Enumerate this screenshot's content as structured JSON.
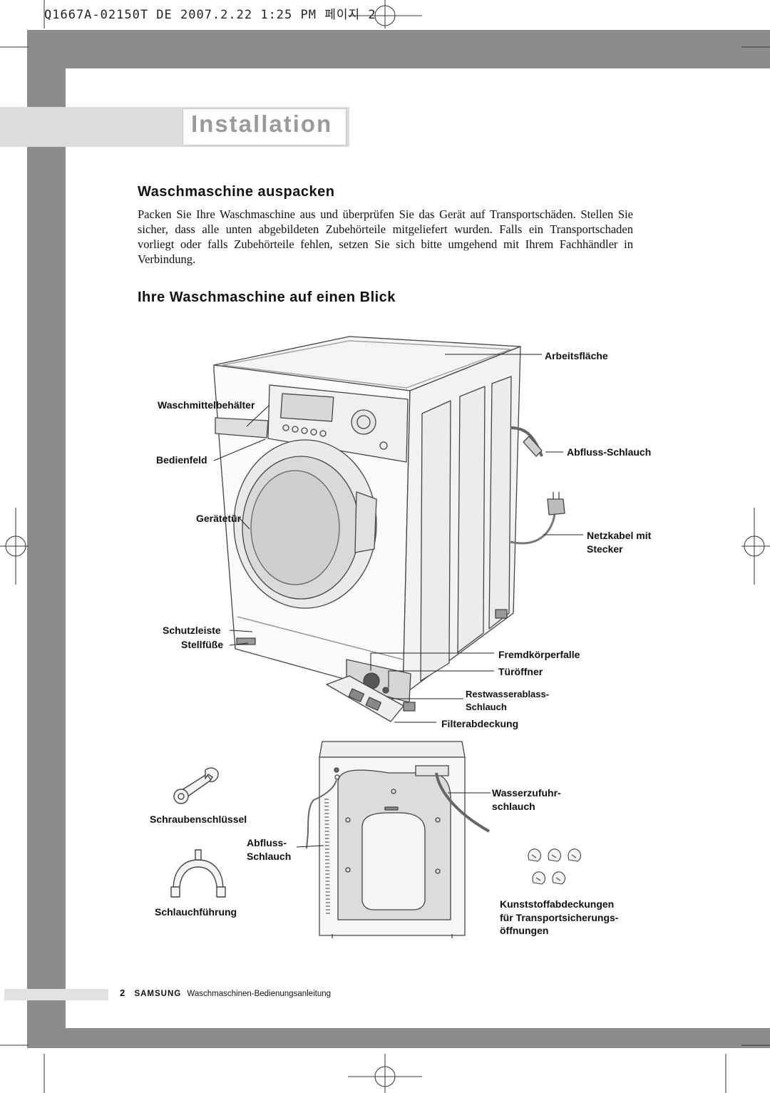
{
  "print_header": "Q1667A-02150T DE  2007.2.22 1:25 PM 페이지 2",
  "section_title": "Installation",
  "unpack": {
    "heading": "Waschmaschine auspacken",
    "paragraph": "Packen Sie Ihre Waschmaschine aus und überprüfen Sie das Gerät auf Transportschäden. Stellen Sie sicher, dass alle unten abgebildeten Zubehörteile mitgeliefert wurden. Falls ein Transportschaden vorliegt oder falls Zubehörteile fehlen, setzen Sie sich bitte umgehend mit Ihrem Fachhändler in Verbindung."
  },
  "overview": {
    "heading": "Ihre Waschmaschine auf einen Blick",
    "labels": {
      "arbeitsflaeche": "Arbeitsfläche",
      "waschmittelbehaelter": "Waschmittelbehälter",
      "bedienfeld": "Bedienfeld",
      "abfluss_schlauch": "Abfluss-Schlauch",
      "geraetetuer": "Gerätetür",
      "netzkabel_line1": "Netzkabel mit",
      "netzkabel_line2": "Stecker",
      "schutzleiste": "Schutzleiste",
      "stellfuesse": "Stellfüße",
      "fremdkoerperfalle": "Fremdkörperfalle",
      "tueroeffner": "Türöffner",
      "restwasser_line1": "Restwasserablass-",
      "restwasser_line2": "Schlauch",
      "filterabdeckung": "Filterabdeckung",
      "wasserzufuhr_line1": "Wasserzufuhr-",
      "wasserzufuhr_line2": "schlauch",
      "schraubenschluessel": "Schraubenschlüssel",
      "abfluss_line1": "Abfluss-",
      "abfluss_line2": "Schlauch",
      "schlauchfuehrung": "Schlauchführung",
      "kunststoff_line1": "Kunststoffabdeckungen",
      "kunststoff_line2": "für Transportsicherungs-",
      "kunststoff_line3": "öffnungen"
    }
  },
  "footer": {
    "page_number": "2",
    "brand": "SAMSUNG",
    "manual_title": "Waschmaschinen-Bedienungsanleitung"
  }
}
